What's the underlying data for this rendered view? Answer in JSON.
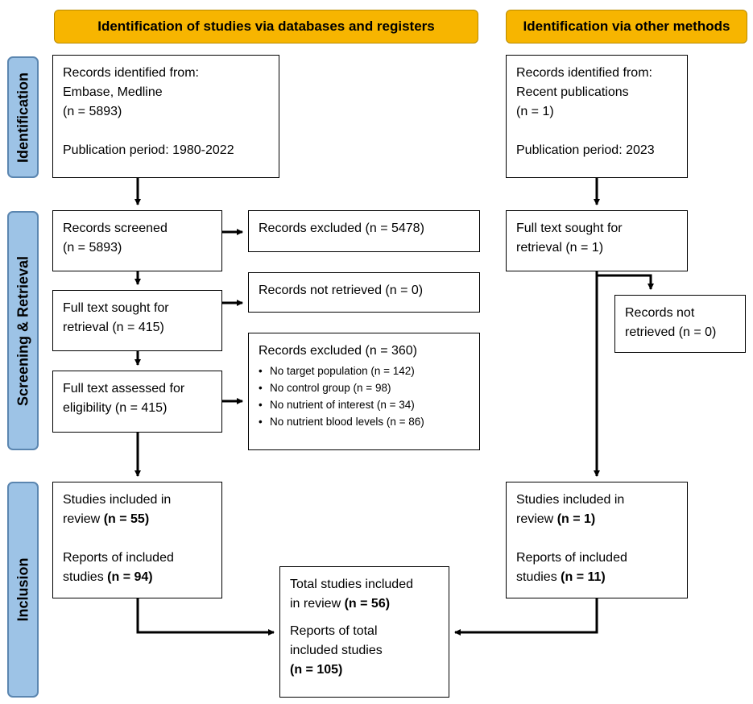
{
  "headers": {
    "left": "Identification of studies via databases and registers",
    "right": "Identification via other methods"
  },
  "phases": {
    "identification": "Identification",
    "screening": "Screening & Retrieval",
    "inclusion": "Inclusion"
  },
  "db": {
    "identified": {
      "l1": "Records identified from:",
      "l2": "Embase, Medline",
      "l3": "(n = 5893)",
      "l4": "Publication period: 1980-2022"
    },
    "screened": {
      "l1": "Records screened",
      "l2": "(n = 5893)"
    },
    "excluded": "Records excluded  (n = 5478)",
    "sought": {
      "l1": "Full text sought for",
      "l2": "retrieval (n = 415)"
    },
    "not_retrieved": "Records not retrieved (n = 0)",
    "assessed": {
      "l1": "Full text assessed for",
      "l2": "eligibility  (n = 415)"
    },
    "excluded_reasons": {
      "title": "Records excluded  (n = 360)",
      "items": [
        "No target population (n = 142)",
        "No control group (n = 98)",
        "No nutrient of interest (n = 34)",
        "No nutrient blood levels (n = 86)"
      ]
    },
    "included": {
      "l1": "Studies included in",
      "l2a": "review ",
      "l2b": "(n = 55)",
      "l3": "Reports of included",
      "l4a": "studies ",
      "l4b": "(n = 94)"
    }
  },
  "other": {
    "identified": {
      "l1": "Records identified from:",
      "l2": "Recent publications",
      "l3": "(n = 1)",
      "l4": "Publication period: 2023"
    },
    "sought": {
      "l1": "Full text sought for",
      "l2": "retrieval (n = 1)"
    },
    "not_retrieved": {
      "l1": "Records not",
      "l2": "retrieved (n = 0)"
    },
    "included": {
      "l1": "Studies included in",
      "l2a": "review ",
      "l2b": "(n = 1)",
      "l3": "Reports of included",
      "l4a": "studies ",
      "l4b": "(n = 11)"
    }
  },
  "total": {
    "l1": "Total studies included",
    "l2a": "in review ",
    "l2b": "(n = 56)",
    "l3": "Reports of total",
    "l4": "included studies",
    "l5": "(n = 105)"
  }
}
